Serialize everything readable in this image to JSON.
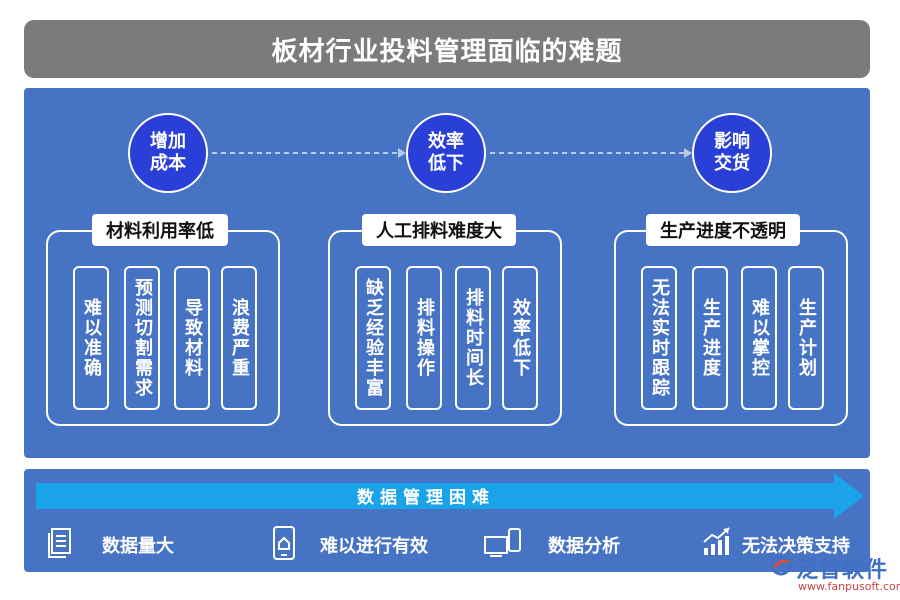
{
  "title": "板材行业投料管理面临的难题",
  "top_nodes": [
    {
      "line1": "增加",
      "line2": "成本"
    },
    {
      "line1": "效率",
      "line2": "低下"
    },
    {
      "line1": "影响",
      "line2": "交货"
    }
  ],
  "groups": [
    {
      "label": "材料利用率低",
      "items": [
        "难以准确",
        "预测切割需求",
        "导致材料",
        "浪费严重"
      ]
    },
    {
      "label": "人工排料难度大",
      "items": [
        "缺乏经验丰富",
        "排料操作",
        "排料时间长",
        "效率低下"
      ]
    },
    {
      "label": "生产进度不透明",
      "items": [
        "无法实时跟踪",
        "生产进度",
        "难以掌控",
        "生产计划"
      ]
    }
  ],
  "banner": "数据管理困难",
  "bottom_items": [
    {
      "label": "数据量大",
      "icon": "document-icon"
    },
    {
      "label": "难以进行有效",
      "icon": "mobile-home-icon"
    },
    {
      "label": "数据分析",
      "icon": "devices-icon"
    },
    {
      "label": "无法决策支持",
      "icon": "chart-trend-icon"
    }
  ],
  "logo": {
    "text": "泛普软件",
    "url": "www.fanpusoft.com"
  },
  "colors": {
    "panel": "#4673c4",
    "circle": "#2a3fd8",
    "arrow": "#1aa3e8",
    "title_bar": "#7b7b7b"
  }
}
